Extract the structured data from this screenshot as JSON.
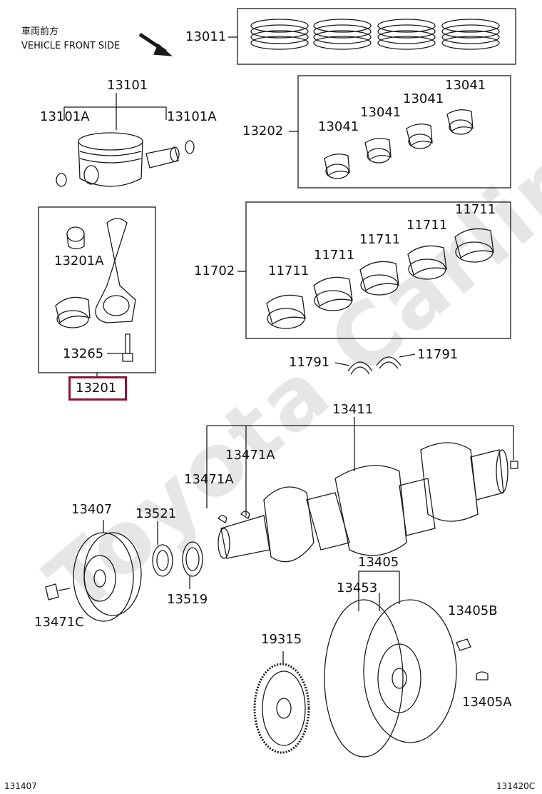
{
  "header": {
    "direction_jp": "車両前方",
    "direction_en": "VEHICLE FRONT SIDE"
  },
  "watermark": "Toyota Carline.ru",
  "parts": {
    "p13011": "13011",
    "p13101": "13101",
    "p13101A_left": "13101A",
    "p13101A_right": "13101A",
    "p13202": "13202",
    "p13041_a": "13041",
    "p13041_b": "13041",
    "p13041_c": "13041",
    "p13041_d": "13041",
    "p13201A": "13201A",
    "p13265": "13265",
    "p13201": "13201",
    "p11702": "11702",
    "p11711_a": "11711",
    "p11711_b": "11711",
    "p11711_c": "11711",
    "p11711_d": "11711",
    "p11711_e": "11711",
    "p11791_left": "11791",
    "p11791_right": "11791",
    "p13411": "13411",
    "p13471A_upper": "13471A",
    "p13471A_lower": "13471A",
    "p13407": "13407",
    "p13521": "13521",
    "p13519": "13519",
    "p13471C": "13471C",
    "p13405": "13405",
    "p13453": "13453",
    "p13405B": "13405B",
    "p13405A": "13405A",
    "p19315": "19315"
  },
  "footer": {
    "left_code": "131407",
    "right_code": "131420C"
  },
  "colors": {
    "line": "#1a1a1a",
    "highlight": "#8a1538",
    "watermark": "#e6e6e6"
  }
}
